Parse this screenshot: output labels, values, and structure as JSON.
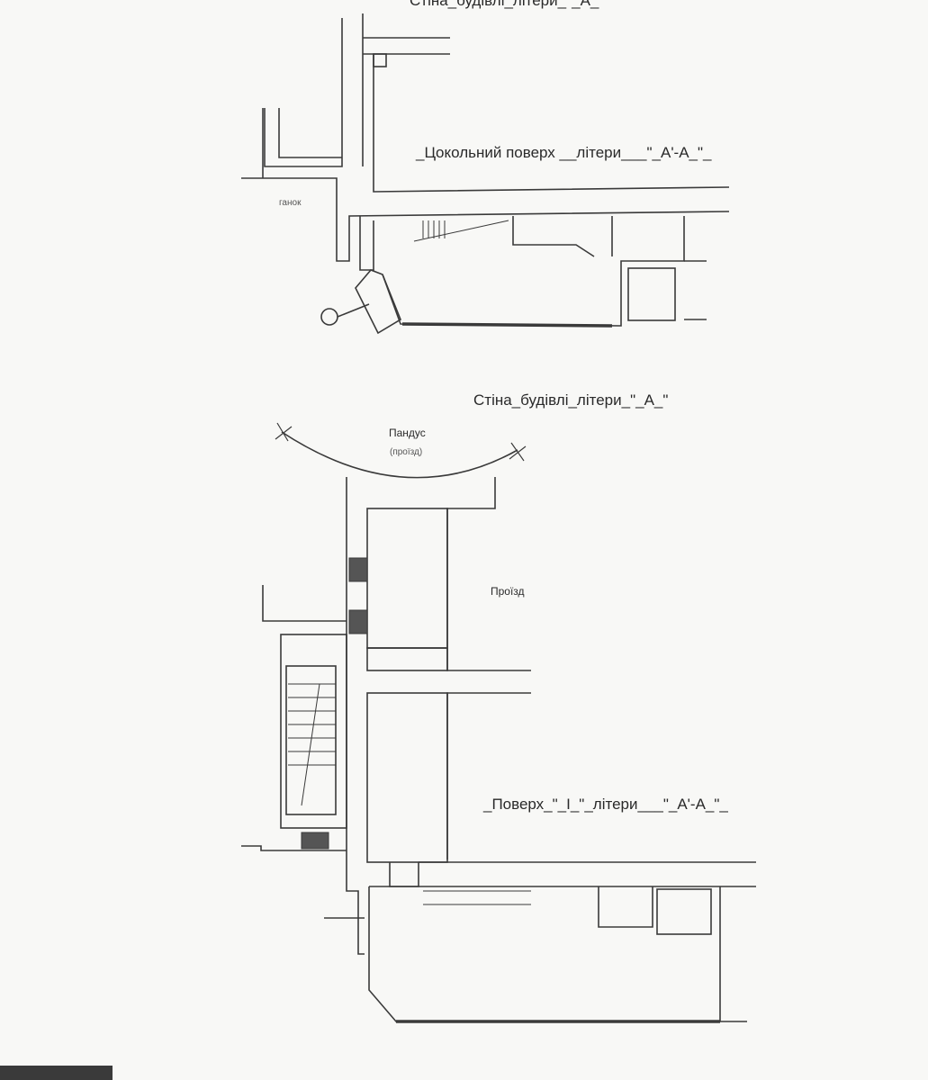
{
  "top_cut_caption": "Стіна_будівлі_літери_\"_А_\"",
  "basement": {
    "title": "_Цокольний поверх __літери___\"_А'-А_\"_",
    "porch_label": "ганок"
  },
  "wall_caption": "Стіна_будівлі_літери_\"_А_\"",
  "ramp": {
    "label": "Пандус",
    "sublabel": "(проїзд)"
  },
  "passage_label": "Проїзд",
  "first_floor": {
    "title": "_Поверх_\"_І_\"_літери___\"_А'-А_\"_"
  },
  "colors": {
    "line": "#3a3a3a",
    "paper": "#f8f8f6"
  }
}
